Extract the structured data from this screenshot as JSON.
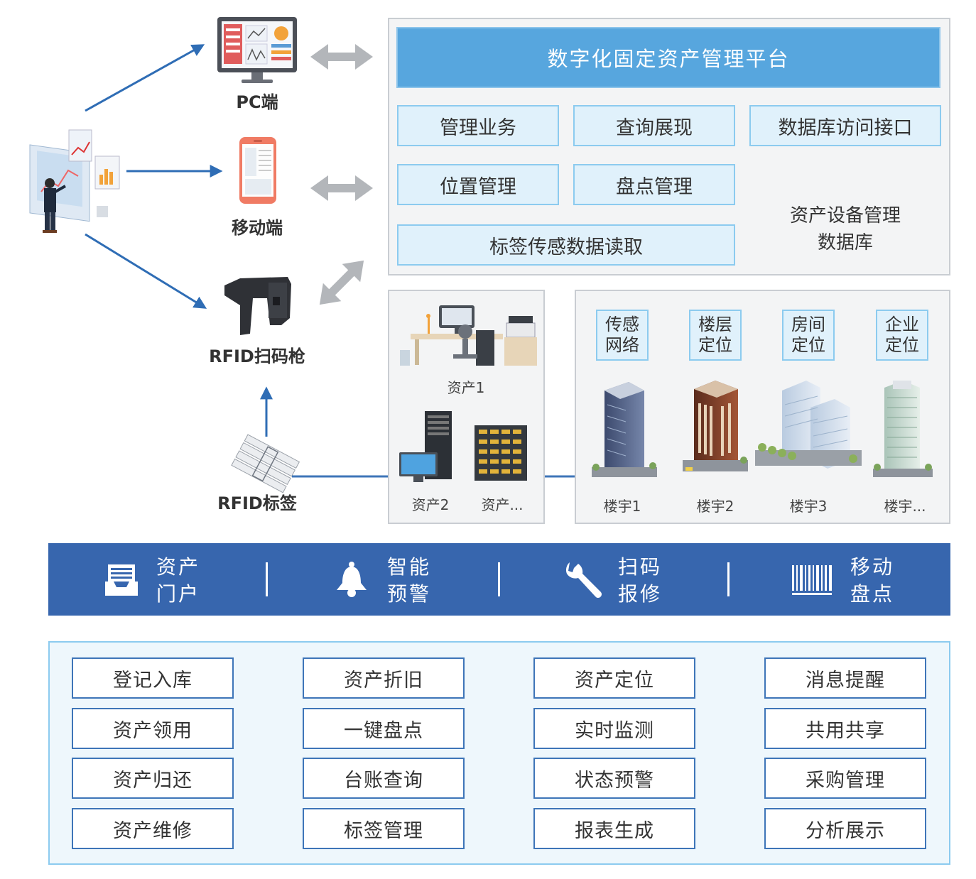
{
  "devices": {
    "pc_label": "PC端",
    "mobile_label": "移动端",
    "scanner_label": "RFID扫码枪",
    "tag_label": "RFID标签"
  },
  "platform": {
    "title": "数字化固定资产管理平台",
    "modules": [
      "管理业务",
      "查询展现",
      "数据库访问接口",
      "位置管理",
      "盘点管理",
      "标签传感数据读取"
    ],
    "database": {
      "line1": "资产设备管理",
      "line2": "数据库"
    }
  },
  "assets": {
    "items": [
      "资产1",
      "资产2",
      "资产..."
    ]
  },
  "buildings": {
    "locators": [
      {
        "l1": "传感",
        "l2": "网络"
      },
      {
        "l1": "楼层",
        "l2": "定位"
      },
      {
        "l1": "房间",
        "l2": "定位"
      },
      {
        "l1": "企业",
        "l2": "定位"
      }
    ],
    "items": [
      "楼宇1",
      "楼宇2",
      "楼宇3",
      "楼宇..."
    ]
  },
  "features": [
    {
      "l1": "资产",
      "l2": "门户",
      "icon": "inbox-icon"
    },
    {
      "l1": "智能",
      "l2": "预警",
      "icon": "bell-icon"
    },
    {
      "l1": "扫码",
      "l2": "报修",
      "icon": "wrench-icon"
    },
    {
      "l1": "移动",
      "l2": "盘点",
      "icon": "barcode-icon"
    }
  ],
  "functions": [
    [
      "登记入库",
      "资产领用",
      "资产归还",
      "资产维修"
    ],
    [
      "资产折旧",
      "一键盘点",
      "台账查询",
      "标签管理"
    ],
    [
      "资产定位",
      "实时监测",
      "状态预警",
      "报表生成"
    ],
    [
      "消息提醒",
      "共用共享",
      "采购管理",
      "分析展示"
    ]
  ],
  "colors": {
    "primary_blue": "#3766ae",
    "platform_title": "#57a6de",
    "module_fill": "#e0f1fb",
    "arrow_blue": "#2f6db5",
    "arrow_gray": "#b3b6ba"
  }
}
